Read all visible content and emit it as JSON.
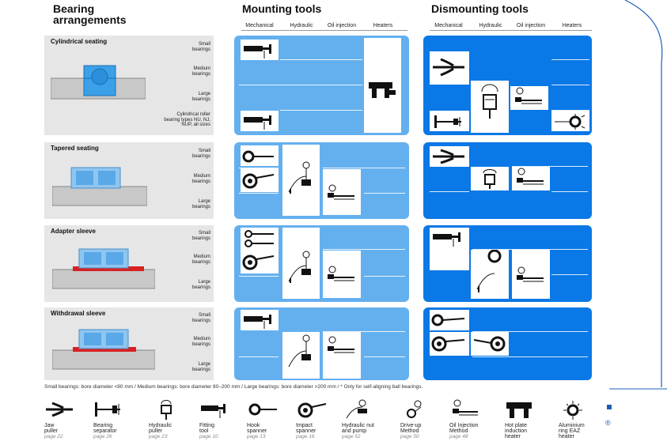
{
  "header": {
    "bearing_title_1": "Bearing",
    "bearing_title_2": "arrangements",
    "mounting_title": "Mounting tools",
    "dismounting_title": "Dismounting tools",
    "mounting_columns": [
      "Mechanical",
      "Hydraulic",
      "Oil injection",
      "Heaters"
    ],
    "dismounting_columns": [
      "Mechanical",
      "Hydraulic",
      "Oil injection",
      "Heaters"
    ]
  },
  "rows": [
    {
      "title": "Cylindrical seating",
      "sizes": [
        "Small\nbearings",
        "Medium\nbearings",
        "Large\nbearings",
        "Cylindrical roller\nbearing types NU, NJ,\nNUP, all sizes"
      ]
    },
    {
      "title": "Tapered seating",
      "sizes": [
        "Small\nbearings",
        "Medium\nbearings",
        "Large\nbearings"
      ]
    },
    {
      "title": "Adapter sleeve",
      "sizes": [
        "Small\nbearings",
        "Medium\nbearings",
        "Large\nbearings"
      ]
    },
    {
      "title": "Withdrawal sleeve",
      "sizes": [
        "Small\nbearings",
        "Medium\nbearings",
        "Large\nbearings"
      ]
    }
  ],
  "footnote": "Small bearings: bore diameter <80 mm / Medium bearings: bore diameter 80–200 mm / Large bearings: bore diameter >200 mm / * Only for self-aligning ball bearings.",
  "legend": [
    {
      "icon": "jaw-puller-icon",
      "name": "Jaw\npuller",
      "page": "page 22"
    },
    {
      "icon": "bearing-separator-icon",
      "name": "Bearing\nseparator",
      "page": "page 26"
    },
    {
      "icon": "hydraulic-puller-icon",
      "name": "Hydraulic\npuller",
      "page": "page 23"
    },
    {
      "icon": "fitting-tool-icon",
      "name": "Fitting\ntool",
      "page": "page 10"
    },
    {
      "icon": "hook-spanner-icon",
      "name": "Hook\nspanner",
      "page": "page 13"
    },
    {
      "icon": "impact-spanner-icon",
      "name": "Impact\nspanner",
      "page": "page 16"
    },
    {
      "icon": "hydraulic-nut-icon",
      "name": "Hydraulic nut\nand pump",
      "page": "page 52"
    },
    {
      "icon": "drive-up-icon",
      "name": "Drive-up\nMethod",
      "page": "page 50"
    },
    {
      "icon": "oil-injection-icon",
      "name": "Oil Injection\nMethod",
      "page": "page 48"
    },
    {
      "icon": "hot-plate-icon",
      "name": "Hot plate\ninduction\nheater",
      "page": ""
    },
    {
      "icon": "aluminium-ring-icon",
      "name": "Aluminium\nring EAZ\nheater",
      "page": ""
    }
  ],
  "colors": {
    "mount_blue": "#64b0ef",
    "dismount_blue": "#0a78e6",
    "panel_grey": "#e6e6e6"
  }
}
